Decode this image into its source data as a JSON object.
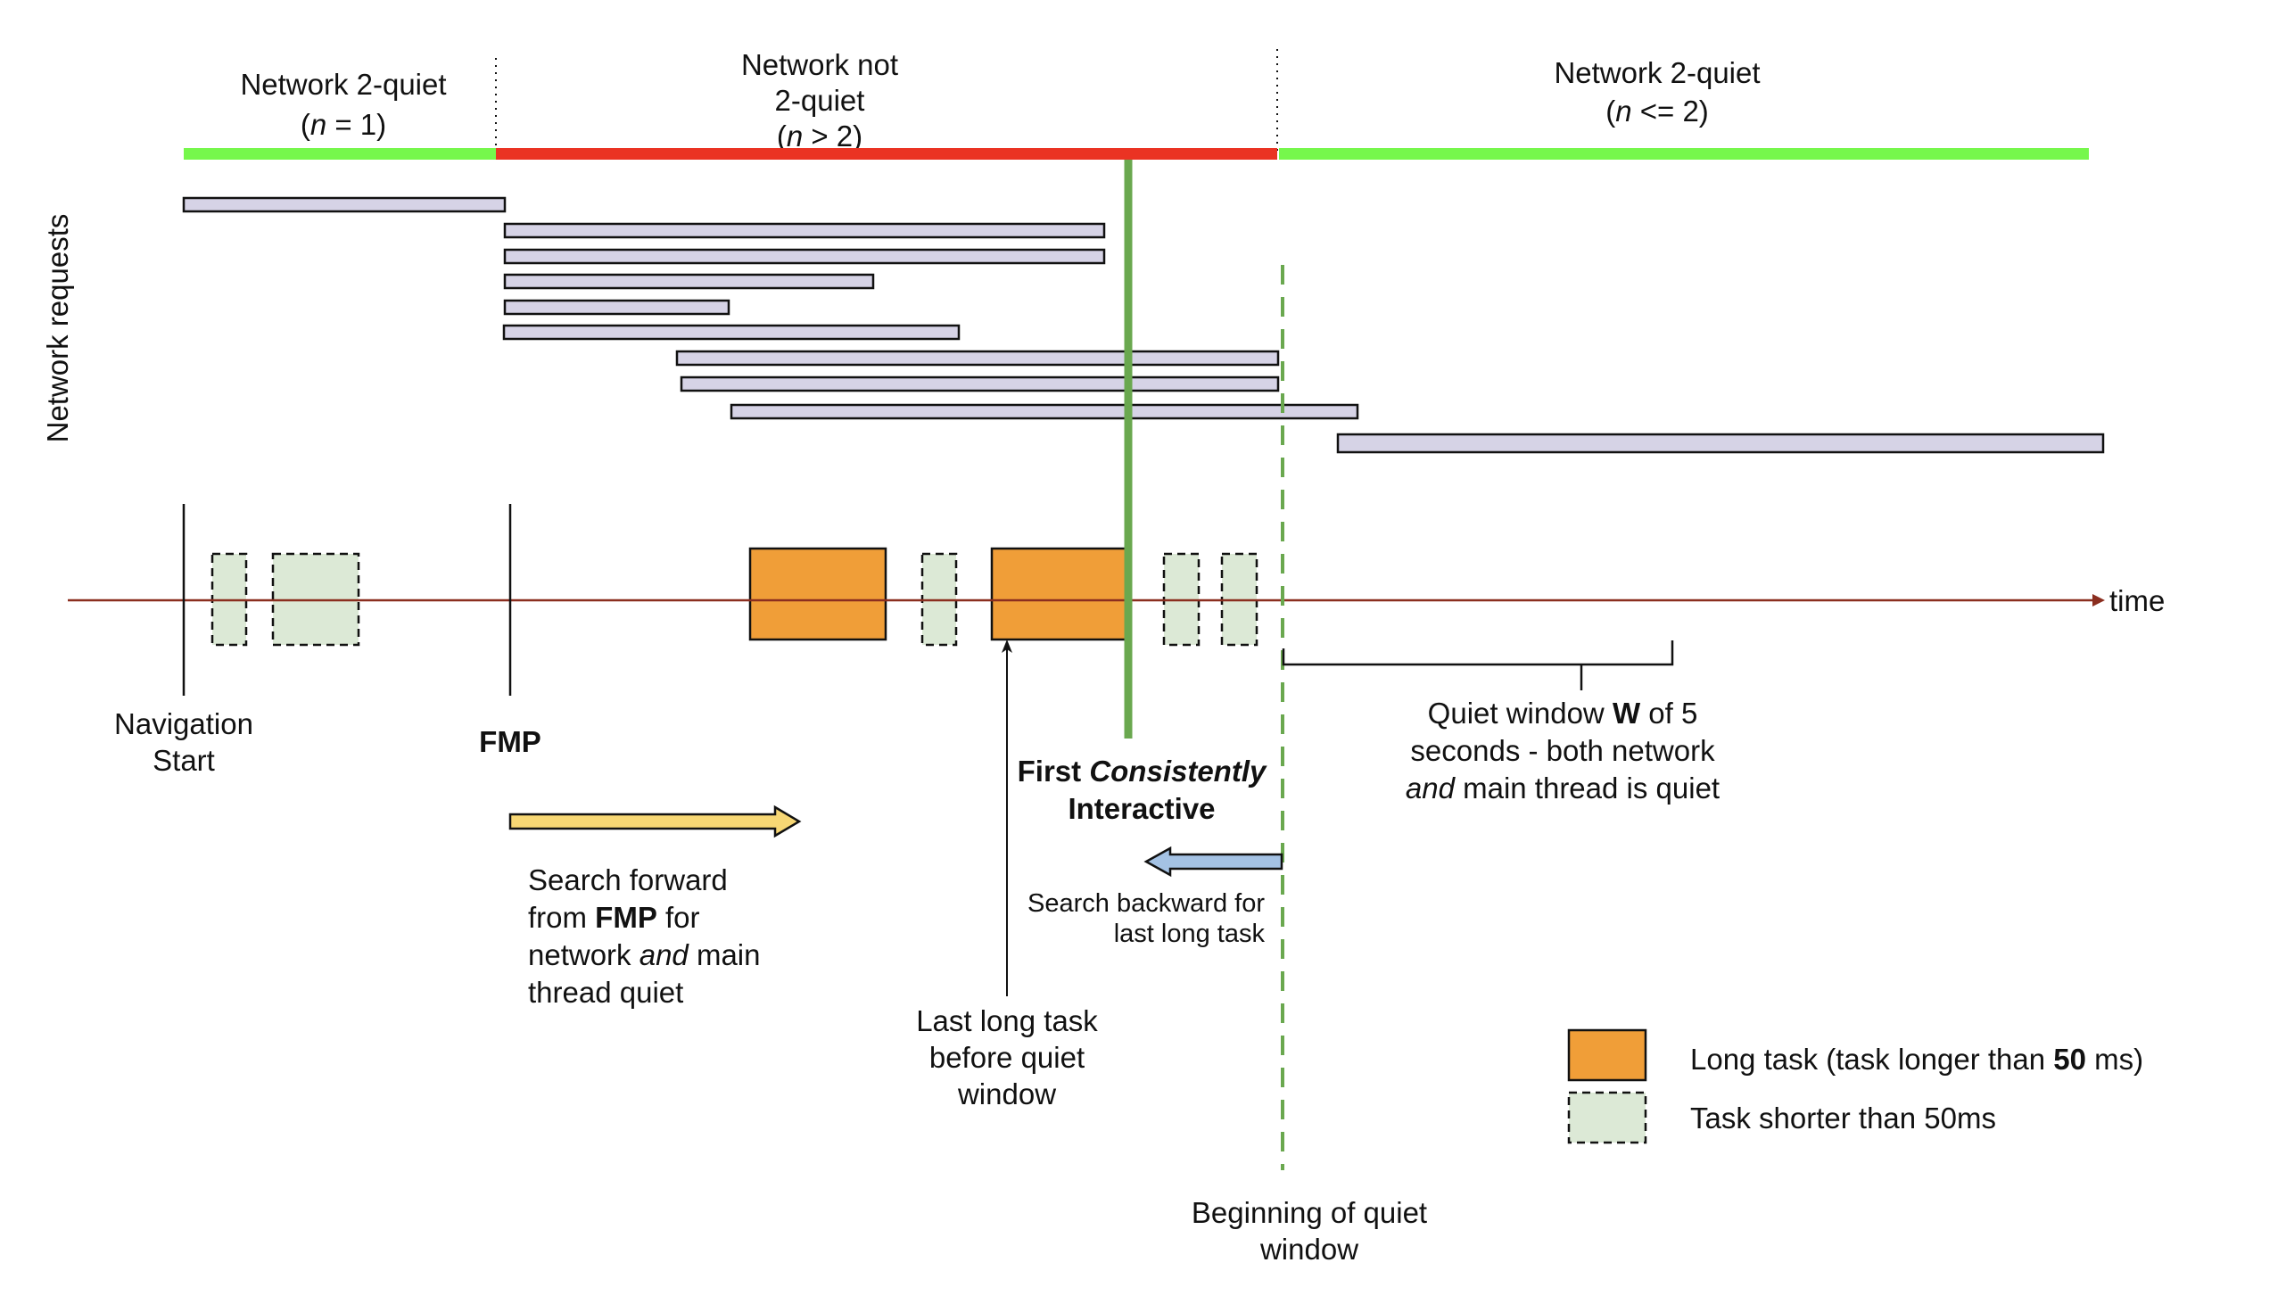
{
  "network_states": [
    {
      "id": "quiet-1",
      "title": "Network 2-quiet",
      "condition_var": "n",
      "condition_rest": " = 1)",
      "status": "quiet",
      "color": "#76f74c"
    },
    {
      "id": "not-quiet",
      "title_lines": [
        "Network not",
        "2-quiet"
      ],
      "condition_var": "n",
      "condition_rest": " > 2)",
      "status": "not-quiet",
      "color": "#ea3323"
    },
    {
      "id": "quiet-2",
      "title": "Network 2-quiet",
      "condition_var": "n",
      "condition_rest": " <= 2)",
      "status": "quiet",
      "color": "#76f74c"
    }
  ],
  "y_axis_label": "Network requests",
  "x_axis_label": "time",
  "network_requests_count": 10,
  "markers": {
    "navigation_start": [
      "Navigation",
      "Start"
    ],
    "fmp": "FMP",
    "fci": {
      "line1_bold": "First ",
      "line1_italic": "Consistently",
      "line2": "Interactive"
    }
  },
  "annotations": {
    "search_forward": {
      "line1": "Search forward",
      "line2_pre": "from ",
      "line2_bold": "FMP",
      "line2_post": " for",
      "line3_pre": "network ",
      "line3_italic": "and",
      "line3_post": " main",
      "line4": "thread quiet"
    },
    "search_backward": [
      "Search backward for",
      "last long task"
    ],
    "last_long_task": [
      "Last long task",
      "before quiet",
      "window"
    ],
    "quiet_window": {
      "line1_pre": "Quiet window ",
      "line1_bold": "W",
      "line1_post": " of 5",
      "line2": "seconds - both network",
      "line3_italic": "and",
      "line3_post": " main thread is quiet"
    },
    "beginning_quiet": [
      "Beginning of quiet",
      "window"
    ]
  },
  "legend": {
    "long_task_pre": "Long task (task longer than ",
    "long_task_bold": "50",
    "long_task_post": " ms)",
    "short_task": "Task shorter than 50ms"
  },
  "colors": {
    "long_task": "#f09e38",
    "short_task": "#dce9d6",
    "request": "#d6d3e6",
    "fci_line": "#6aa84f",
    "time_axis": "#8b2e1f",
    "forward_arrow": "#f7d774",
    "backward_arrow": "#a4c2e4"
  }
}
